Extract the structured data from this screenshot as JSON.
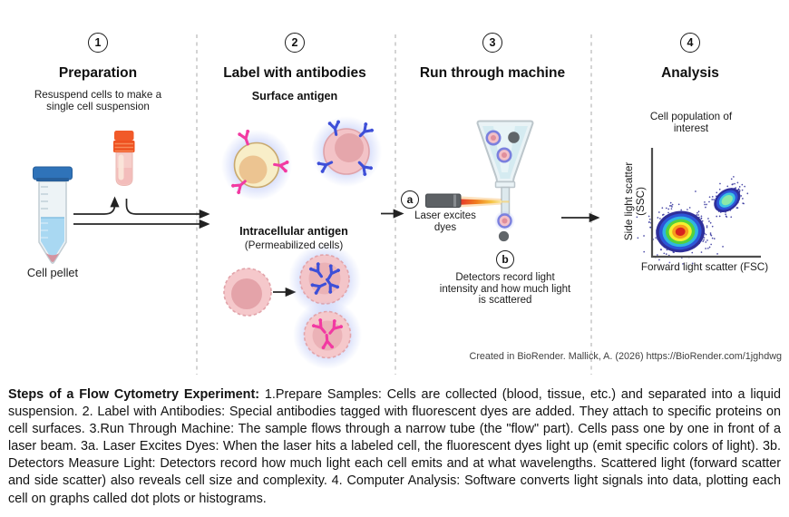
{
  "columns": [
    {
      "number": "1",
      "title": "Preparation",
      "caption": "Resuspend cells to make a single cell suspension",
      "item_label": "Cell pellet"
    },
    {
      "number": "2",
      "title": "Label with antibodies",
      "section1": "Surface antigen",
      "section2": "Intracellular antigen",
      "section2_sub": "(Permeabilized cells)"
    },
    {
      "number": "3",
      "title": "Run through machine",
      "marker_a": "a",
      "marker_a_text": "Laser excites dyes",
      "marker_b": "b",
      "marker_b_text": "Detectors record light intensity and how much light is scattered"
    },
    {
      "number": "4",
      "title": "Analysis",
      "caption": "Cell population of interest"
    }
  ],
  "chart_data": {
    "type": "scatter",
    "variant": "pseudocolor-density-dot-plot",
    "title": "Cell population of interest",
    "xlabel": "Forward light scatter (FSC)",
    "ylabel": "Side light scatter (SSC)",
    "x_ticks": [],
    "y_ticks": [],
    "grid": false,
    "legend": "none",
    "populations": [
      {
        "name": "low-FSC-low-SSC-population",
        "center": {
          "x_frac": 0.26,
          "y_frac": 0.23
        },
        "rx_frac": 0.225,
        "ry_frac": 0.19,
        "tilt_deg": -6,
        "inner_scale": 0.2,
        "density_colors_out_to_in": [
          "#2f2f9a",
          "#2d55d8",
          "#2fb6e0",
          "#52d13e",
          "#f5ef2f",
          "#f79c1c",
          "#d7231e"
        ],
        "speckle_count": 300
      },
      {
        "name": "high-FSC-high-SSC-population",
        "center": {
          "x_frac": 0.69,
          "y_frac": 0.52
        },
        "rx_frac": 0.135,
        "ry_frac": 0.095,
        "tilt_deg": -38,
        "inner_scale": 0.42,
        "density_colors_out_to_in": [
          "#2f2f9a",
          "#2d55d8",
          "#3cc3e2",
          "#8ce9a8"
        ],
        "speckle_count": 190
      }
    ]
  },
  "credit": "Created in BioRender. Mallick, A. (2026) https://BioRender.com/1jghdwg",
  "footer": {
    "lead": "Steps of a Flow Cytometry Experiment:",
    "body": " 1.Prepare Samples: Cells are collected (blood, tissue, etc.) and separated into a liquid suspension. 2. Label with Antibodies: Special antibodies tagged with fluorescent dyes are added. They attach to specific proteins on cell surfaces. 3.Run Through Machine: The sample flows through a narrow tube (the \"flow\" part). Cells pass one by one in front of a laser beam. 3a. Laser Excites Dyes: When the laser hits a labeled cell, the fluorescent dyes light up (emit specific colors of light). 3b. Detectors Measure Light: Detectors record how much light each cell emits and at what wavelengths. Scattered light (forward scatter and side scatter) also reveals cell size and complexity. 4. Computer Analysis: Software converts light signals into data, plotting each cell on graphs called dot plots or histograms."
  },
  "colors": {
    "accent_blue_antibody": "#3e4fd8",
    "accent_magenta_antibody": "#f23aa2",
    "glow": "#b3c0f6",
    "tube_cap_blue": "#2f73b9",
    "microtube_cap_orange": "#f15a29",
    "laser_body": "#5d6165",
    "beam_orange": "#f07f1e",
    "axis": "#4e4e4e"
  }
}
